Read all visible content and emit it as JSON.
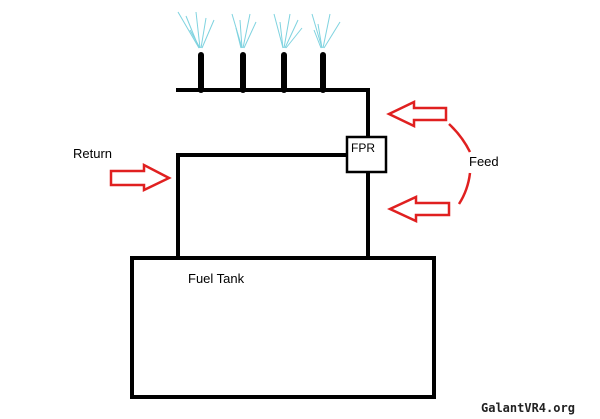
{
  "labels": {
    "return": "Return",
    "feed": "Feed",
    "fpr": "FPR",
    "fuel_tank": "Fuel Tank"
  },
  "watermark": "GalantVR4.org",
  "colors": {
    "line": "#000000",
    "arrow": "#e02020",
    "spray": "#7fd3e0",
    "background": "#ffffff"
  }
}
